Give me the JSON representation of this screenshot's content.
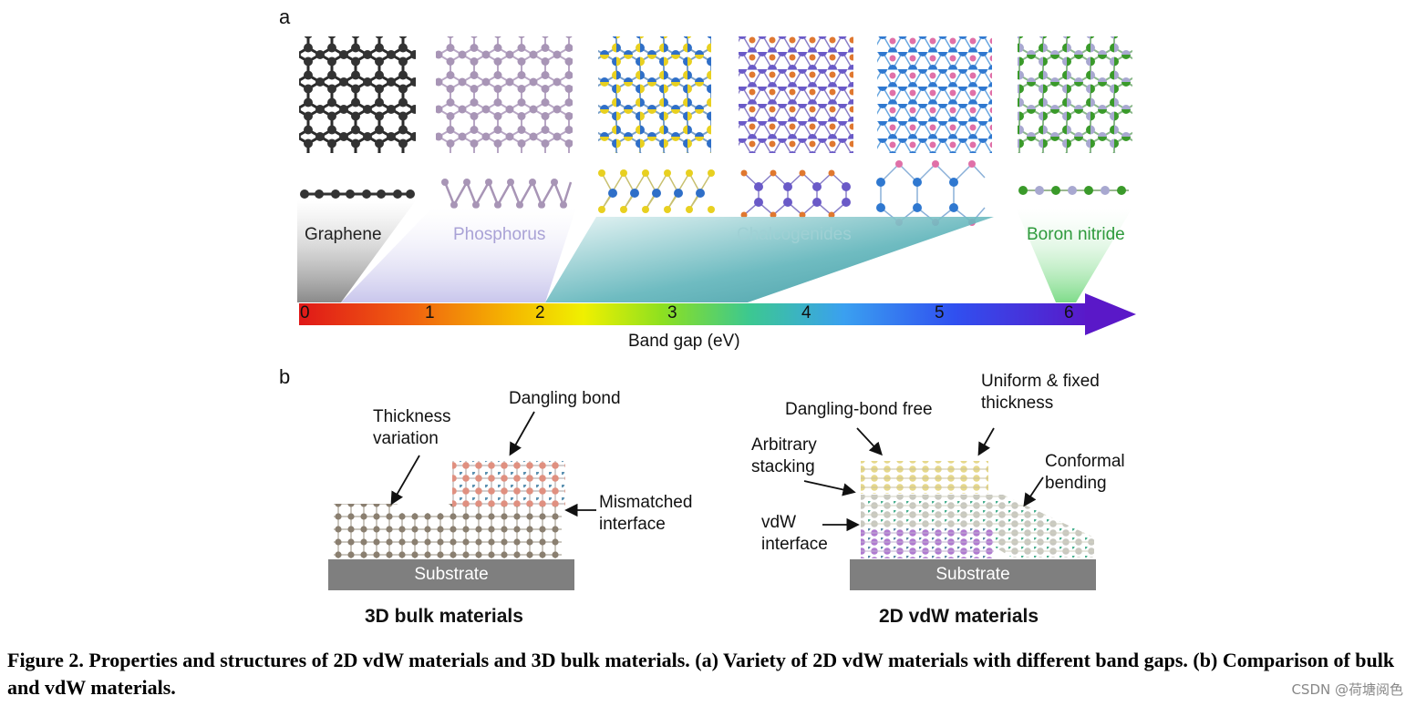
{
  "figure": {
    "panel_a": {
      "letter": "a",
      "materials": [
        {
          "name": "Graphene",
          "color": "#222222"
        },
        {
          "name": "Phosphorus",
          "color": "#a9a2d6"
        },
        {
          "name": "Chalcogenides",
          "color": "#9fd0d4"
        },
        {
          "name": "Boron nitride",
          "color": "#2e9a3c"
        }
      ],
      "axis": {
        "label": "Band gap (eV)",
        "ticks": [
          "0",
          "1",
          "2",
          "3",
          "4",
          "5",
          "6"
        ]
      }
    },
    "panel_b": {
      "letter": "b",
      "left": {
        "title": "3D bulk materials",
        "substrate": "Substrate",
        "annotations": {
          "thickness": "Thickness\nvariation",
          "dangling": "Dangling bond",
          "mismatched": "Mismatched\ninterface"
        }
      },
      "right": {
        "title": "2D vdW materials",
        "substrate": "Substrate",
        "annotations": {
          "uniform": "Uniform & fixed\nthickness",
          "dangling_free": "Dangling-bond free",
          "arbitrary": "Arbitrary\nstacking",
          "conformal": "Conformal\nbending",
          "vdw": "vdW\ninterface"
        }
      }
    },
    "caption": "Figure 2. Properties and structures of 2D vdW materials and 3D bulk materials. (a) Variety of 2D vdW materials with different band gaps. (b) Comparison of bulk and vdW materials.",
    "watermark": "CSDN @荷塘阅色"
  }
}
